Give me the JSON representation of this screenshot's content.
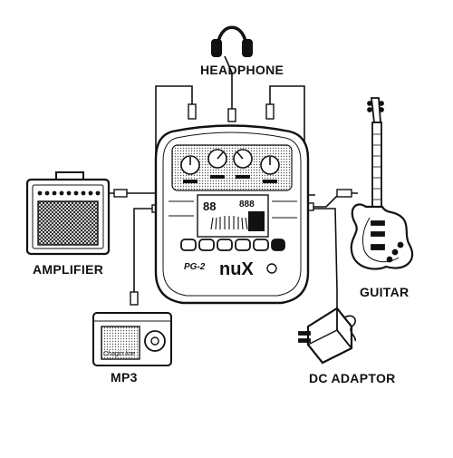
{
  "labels": {
    "headphone": "HEADPHONE",
    "amplifier": "AMPLIFIER",
    "guitar": "GUITAR",
    "mp3": "MP3",
    "dc_adaptor": "DC ADAPTOR"
  },
  "device": {
    "brand": "nuX",
    "model": "PG-2",
    "lcd_left": "88",
    "lcd_right": "888",
    "mp3_screen_text": "Chagin line"
  },
  "colors": {
    "ink": "#111111",
    "background": "#ffffff"
  }
}
